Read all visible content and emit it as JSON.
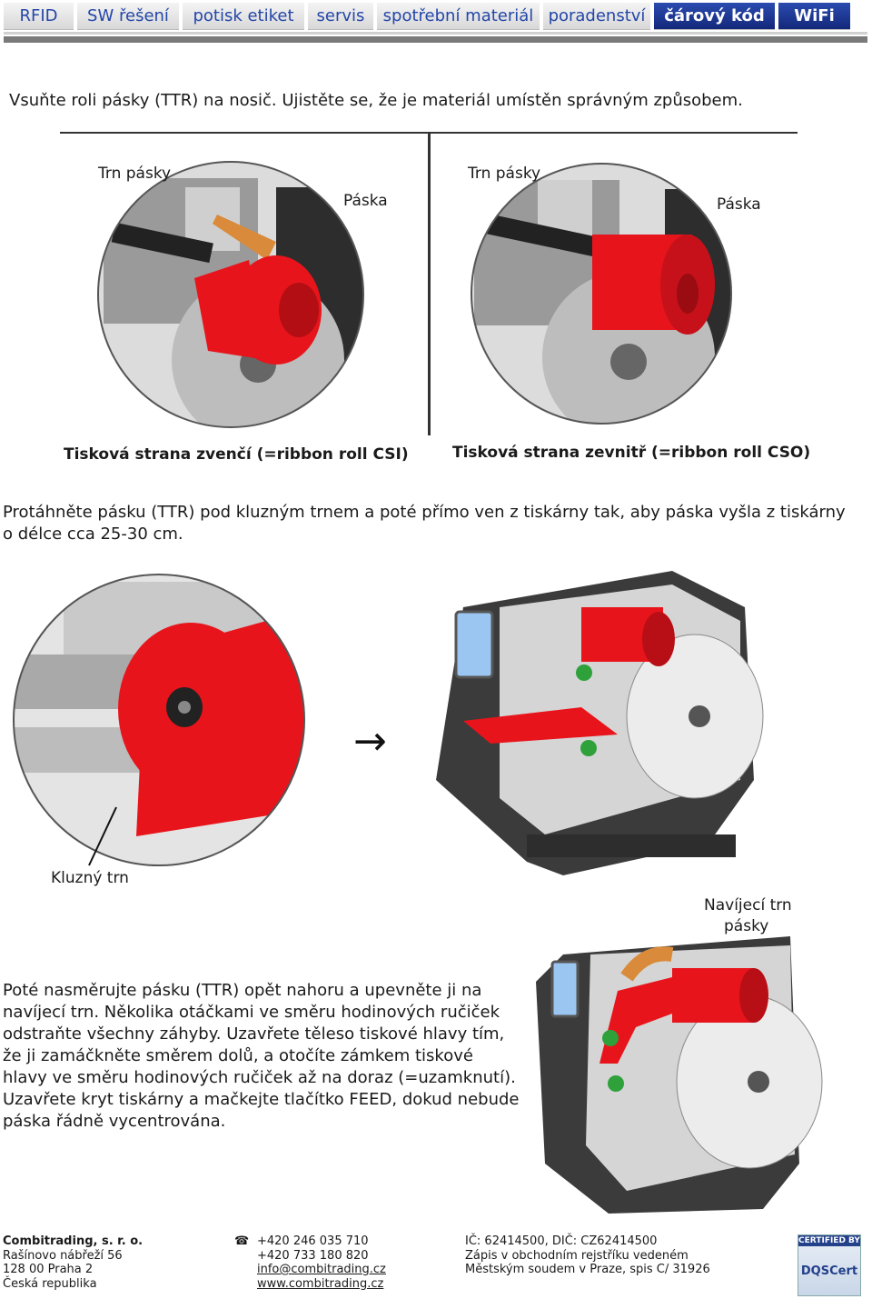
{
  "nav": {
    "tabs": [
      {
        "label": "RFID",
        "w": 77
      },
      {
        "label": "SW řešení",
        "w": 112
      },
      {
        "label": "potisk etiket",
        "w": 134
      },
      {
        "label": "servis",
        "w": 72
      },
      {
        "label": "spotřební materiál",
        "w": 179
      },
      {
        "label": "poradenství",
        "w": 118
      },
      {
        "label": "čárový kód",
        "w": 133
      },
      {
        "label": "WiFi",
        "w": 79
      }
    ],
    "active_color": "#1c3591",
    "tab_color": "#2346a8"
  },
  "step1": {
    "text": "Vsuňte roli pásky (TTR) na nosič. Ujistěte se, že je materiál umístěn správným způsobem.",
    "left": {
      "trn_label": "Trn pásky",
      "paska_label": "Páska",
      "caption": "Tisková strana zvenčí (=ribbon roll CSI)"
    },
    "right": {
      "trn_label": "Trn pásky",
      "paska_label": "Páska",
      "caption": "Tisková strana zevnitř (=ribbon roll CSO)"
    }
  },
  "step2": {
    "text": "Protáhněte pásku (TTR) pod kluzným trnem a poté přímo ven z tiskárny tak, aby páska vyšla z tiskárny o délce cca 25-30 cm.",
    "kluzny_label": "Kluzný trn",
    "arrow": "→"
  },
  "step3": {
    "navijeci_label_1": "Navíjecí trn",
    "navijeci_label_2": "pásky",
    "text": "Poté nasměrujte pásku (TTR) opět nahoru a upevněte ji na navíjecí trn. Několika otáčkami ve směru hodinových ručiček odstraňte všechny záhyby. Uzavřete těleso tiskové hlavy tím, že ji zamáčkněte směrem dolů, a otočíte zámkem tiskové hlavy ve směru hodinových ručiček až na doraz (=uzamknutí). Uzavřete kryt tiskárny a mačkejte tlačítko FEED, dokud nebude páska řádně vycentrována."
  },
  "footer": {
    "company": {
      "name": "Combitrading, s. r. o.",
      "line1": "Rašínovo nábřeží 56",
      "line2": "128 00  Praha 2",
      "line3": "Česká republika"
    },
    "contact": {
      "phone1": "+420 246 035 710",
      "phone2": "+420 733 180 820",
      "email": "info@combitrading.cz",
      "web": "www.combitrading.cz"
    },
    "legal": {
      "ids": "IČ: 62414500, DIČ: CZ62414500",
      "line1": "Zápis v obchodním rejstříku vedeném",
      "line2": "Městským soudem v Praze, spis C/ 31926"
    },
    "cert": {
      "top": "CERTIFIED BY",
      "logo": "DQSCert"
    }
  },
  "colors": {
    "ribbon": "#e8141b",
    "dark": "#3a3a3a",
    "accent_arrow": "#d98a3a"
  }
}
